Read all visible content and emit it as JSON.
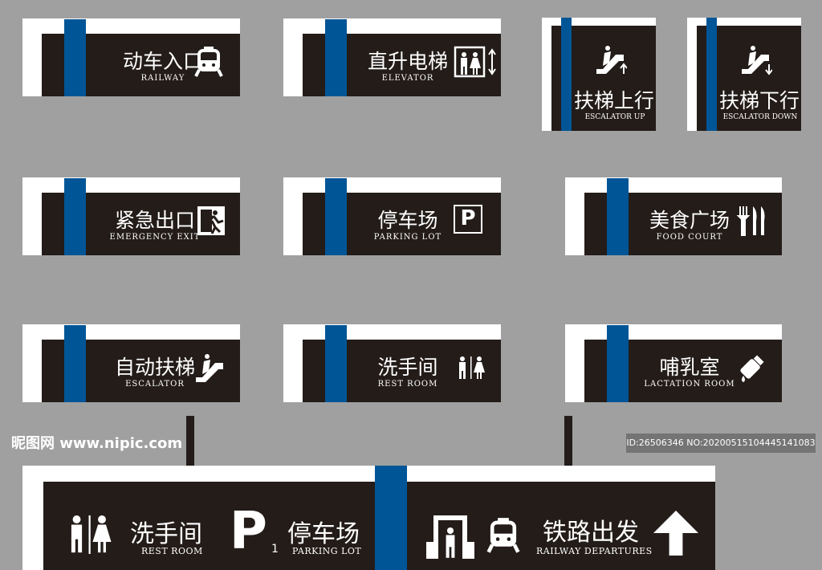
{
  "colors": {
    "background": "#a0a0a0",
    "panel": "#231c19",
    "accent": "#005596",
    "border": "#ffffff"
  },
  "signs": [
    {
      "zh": "动车入口",
      "en": "RAILWAY",
      "icon": "train-icon"
    },
    {
      "zh": "直升电梯",
      "en": "ELEVATOR",
      "icon": "elevator-icon"
    },
    {
      "zh": "扶梯上行",
      "en": "ESCALATOR UP",
      "icon": "escalator-up-icon"
    },
    {
      "zh": "扶梯下行",
      "en": "ESCALATOR DOWN",
      "icon": "escalator-down-icon"
    },
    {
      "zh": "紧急出口",
      "en": "EMERGENCY EXIT",
      "icon": "emergency-exit-icon"
    },
    {
      "zh": "停车场",
      "en": "PARKING LOT",
      "icon": "parking-icon",
      "icon_text": "P"
    },
    {
      "zh": "美食广场",
      "en": "FOOD COURT",
      "icon": "fork-knife-icon"
    },
    {
      "zh": "自动扶梯",
      "en": "ESCALATOR",
      "icon": "escalator-icon"
    },
    {
      "zh": "洗手间",
      "en": "REST ROOM",
      "icon": "restroom-icon"
    },
    {
      "zh": "哺乳室",
      "en": "LACTATION ROOM",
      "icon": "baby-bottle-icon"
    }
  ],
  "big_sign": {
    "restroom": {
      "zh": "洗手间",
      "en": "REST ROOM"
    },
    "parking": {
      "zh": "停车场",
      "en": "PARKING LOT",
      "icon_text": "P",
      "level": "1"
    },
    "railway": {
      "zh": "铁路出发",
      "en": "RAILWAY DEPARTURES"
    }
  },
  "watermark": {
    "left": "昵图网 www.nipic.com",
    "right": "ID:26506346 NO:20200515104445141083"
  }
}
